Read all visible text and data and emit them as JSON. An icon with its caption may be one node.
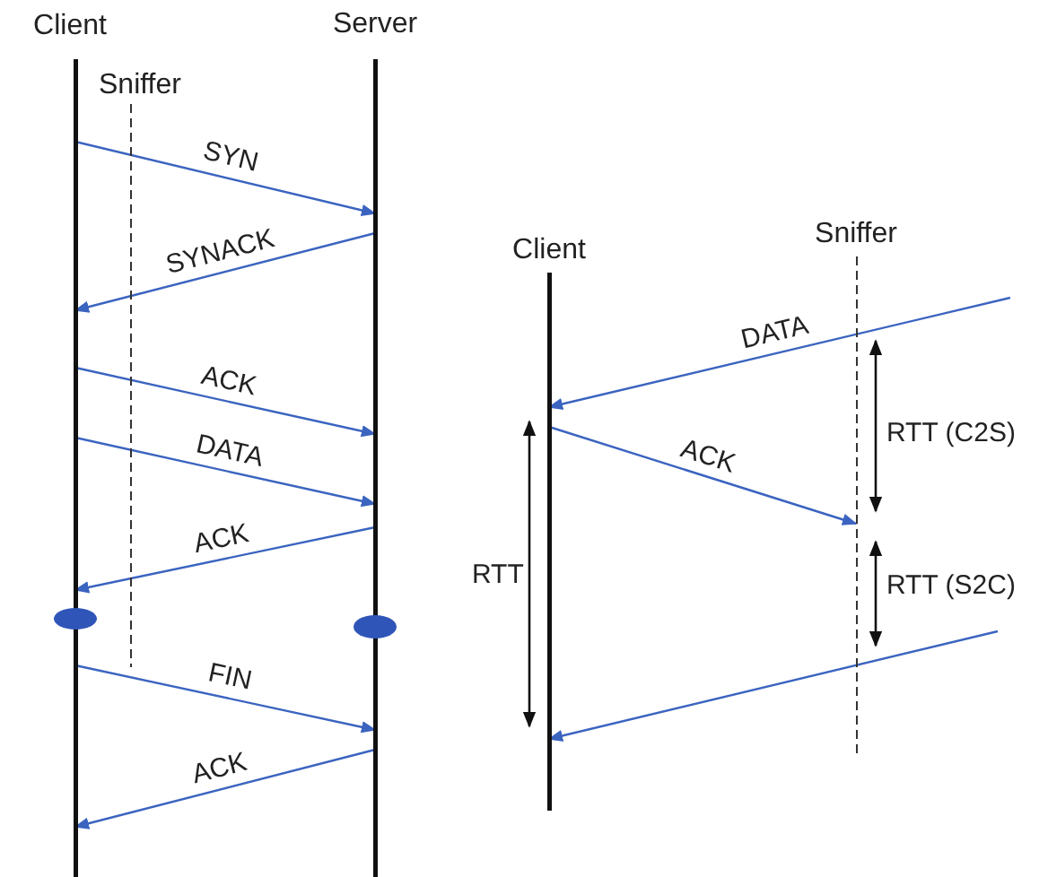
{
  "diagram": {
    "nodes": [
      {
        "text": [
          "Client"
        ]
      },
      {
        "text": [
          "Server"
        ]
      },
      {
        "text": [],
        "shape": "circle",
        "in": 0
      },
      {
        "text": [],
        "shape": "circle",
        "in": 1
      },
      {
        "text": [
          "Client"
        ]
      },
      {
        "text": [
          "Sniffer"
        ]
      }
    ],
    "edges": [
      {
        "from": 0,
        "to": 1,
        "arrow": "to",
        "label": "SYN"
      },
      {
        "from": 1,
        "to": 0,
        "arrow": "to",
        "label": "SYNACK"
      },
      {
        "from": 0,
        "to": 1,
        "arrow": "to",
        "label": "ACK"
      },
      {
        "from": 0,
        "to": 1,
        "arrow": "to",
        "label": "DATA"
      },
      {
        "from": 1,
        "to": 0,
        "arrow": "to",
        "label": "ACK"
      },
      {
        "from": 0,
        "to": 1,
        "arrow": "to",
        "label": "FIN"
      },
      {
        "from": 1,
        "to": 0,
        "arrow": "to",
        "label": "ACK"
      },
      {
        "from": null,
        "to": 4,
        "arrow": "to",
        "label": "DATA"
      },
      {
        "from": 4,
        "to": 5,
        "arrow": "to",
        "label": "ACK"
      },
      {
        "from": null,
        "to": 4,
        "arrow": "to"
      }
    ],
    "labels": [
      "Sniffer",
      "RTT (C2S)",
      "RTT",
      "RTT (S2C)"
    ]
  }
}
